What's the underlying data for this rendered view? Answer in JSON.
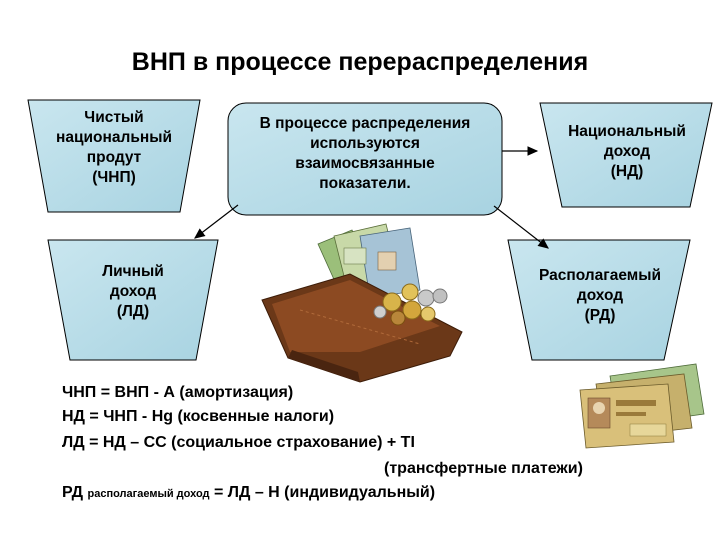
{
  "title": "ВНП в процессе перераспределения",
  "boxes": {
    "chnp": [
      "Чистый",
      "национальный",
      "продут",
      "(ЧНП)"
    ],
    "center": [
      "В процессе распределения",
      "используются",
      "взаимосвязанные",
      "показатели."
    ],
    "nd": [
      "Национальный",
      "доход",
      "(НД)"
    ],
    "ld": [
      "Личный",
      "доход",
      "(ЛД)"
    ],
    "rd": [
      "Располагаемый",
      "доход",
      "(РД)"
    ]
  },
  "formulas": {
    "f1": "ЧНП = ВНП - А (амортизация)",
    "f2": "НД = ЧНП - Нg (косвенные налоги)",
    "f3": "ЛД = НД – СС (социальное страхование) + TI",
    "f3b": "(трансфертные платежи)",
    "f4_main": "РД",
    "f4_small": "располагаемый доход",
    "f4_rest": "= ЛД – Н (индивидуальный)"
  },
  "colors": {
    "shape_fill": "#b7dde8",
    "shape_stroke": "#000000",
    "arrow": "#000000"
  }
}
